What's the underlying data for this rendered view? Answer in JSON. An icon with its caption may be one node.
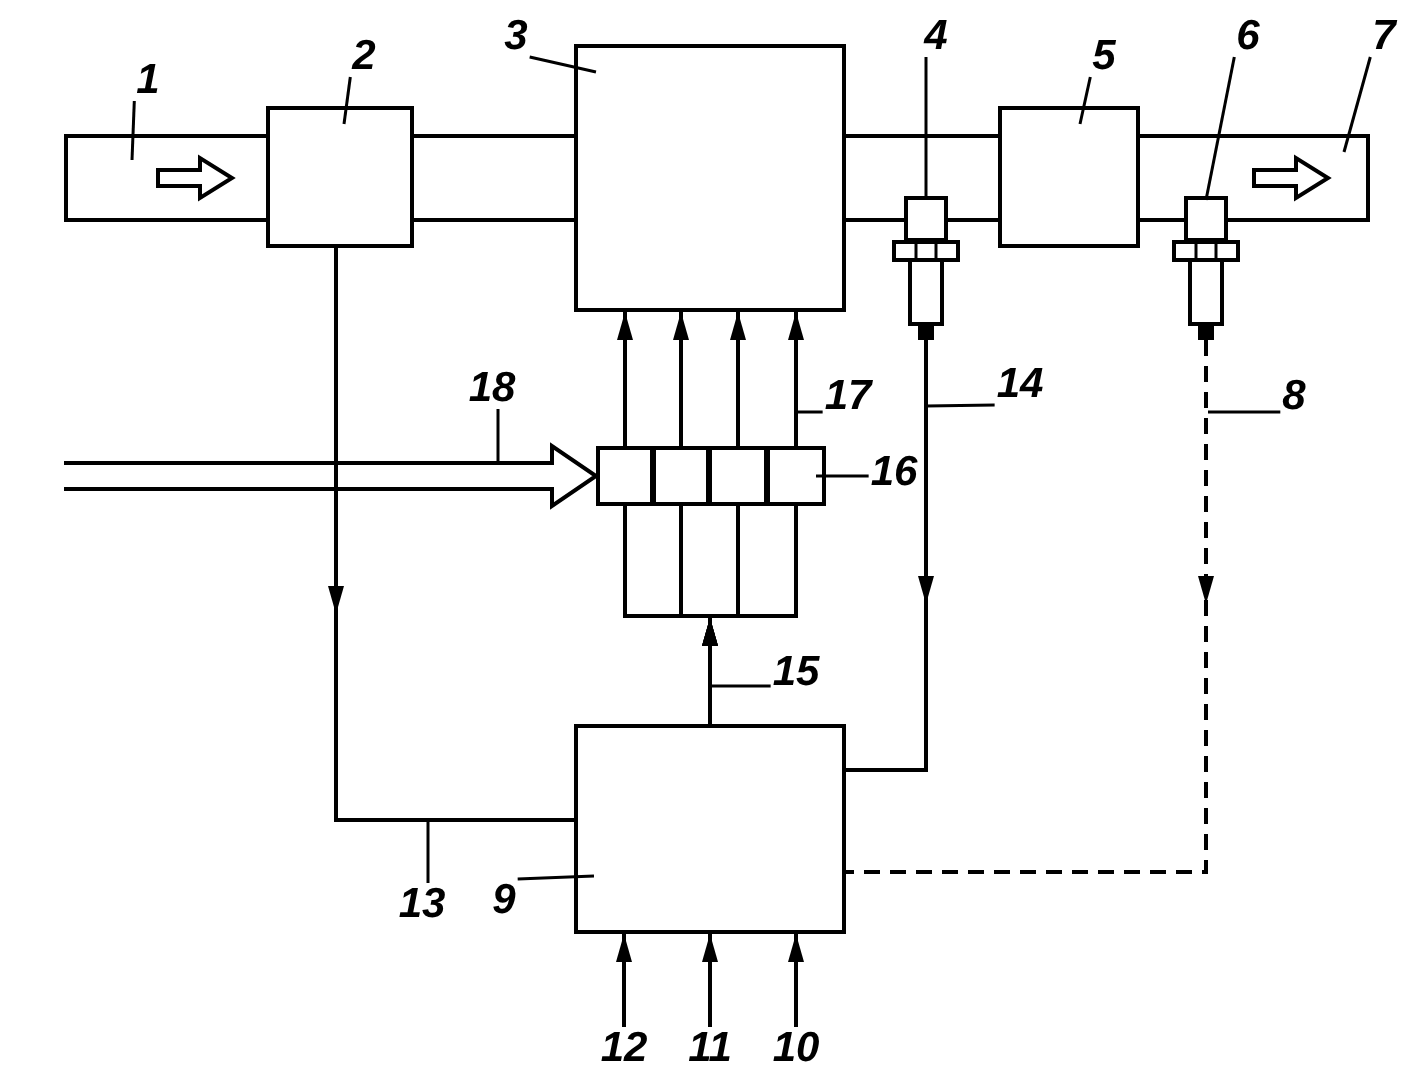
{
  "diagram": {
    "nodes": [
      {
        "text": [
          "1"
        ]
      },
      {
        "text": [
          "2"
        ]
      },
      {
        "text": [
          "3"
        ]
      },
      {
        "text": [
          "4"
        ]
      },
      {
        "text": [
          "5"
        ]
      },
      {
        "text": [
          "6"
        ]
      },
      {
        "text": [
          "7"
        ]
      },
      {
        "text": [],
        "shape": "bar"
      },
      {
        "text": [],
        "shape": "box"
      },
      {
        "text": [],
        "shape": "box"
      },
      {
        "text": [],
        "shape": "box"
      },
      {
        "text": [],
        "shape": "box"
      },
      {
        "text": [],
        "shape": "box"
      },
      {
        "text": [
          "18"
        ]
      },
      {
        "text": [
          "17"
        ]
      },
      {
        "text": [
          "14"
        ]
      },
      {
        "text": [
          "8"
        ]
      },
      {
        "text": [],
        "shape": "box"
      },
      {
        "text": [],
        "shape": "box"
      },
      {
        "text": [],
        "shape": "box"
      },
      {
        "text": [],
        "shape": "box"
      },
      {
        "text": [
          "16"
        ]
      },
      {
        "text": [
          "15"
        ]
      },
      {
        "text": [],
        "shape": "box"
      },
      {
        "text": [
          "13"
        ]
      },
      {
        "text": [
          "9"
        ]
      },
      {
        "text": [
          "12"
        ]
      },
      {
        "text": [
          "11"
        ]
      },
      {
        "text": [
          "10"
        ]
      },
      {
        "text": [],
        "shape": "bar"
      },
      {
        "text": [],
        "shape": "bar"
      },
      {
        "text": [],
        "shape": "bar"
      }
    ],
    "edges": [
      {
        "from": 0,
        "to": 7,
        "arrow": "none"
      },
      {
        "from": 1,
        "to": 8,
        "arrow": "none"
      },
      {
        "from": 2,
        "to": 9,
        "arrow": "none"
      },
      {
        "from": 3,
        "to": 10,
        "arrow": "none"
      },
      {
        "from": 4,
        "to": 11,
        "arrow": "none"
      },
      {
        "from": 5,
        "to": 12,
        "arrow": "none"
      },
      {
        "from": 6,
        "to": 31,
        "arrow": "none"
      },
      {
        "from": 8,
        "to": 23,
        "arrow": "to"
      },
      {
        "from": 10,
        "to": 23,
        "arrow": "to"
      },
      {
        "from": 12,
        "to": 23,
        "arrow": "to",
        "style": "dashed"
      },
      {
        "from": 23,
        "to": 17,
        "arrow": "to"
      },
      {
        "from": 23,
        "to": 18,
        "arrow": "to"
      },
      {
        "from": 23,
        "to": 19,
        "arrow": "to"
      },
      {
        "from": 23,
        "to": 20,
        "arrow": "to"
      },
      {
        "from": 17,
        "to": 9,
        "arrow": "to"
      },
      {
        "from": 18,
        "to": 9,
        "arrow": "to"
      },
      {
        "from": 19,
        "to": 9,
        "arrow": "to"
      },
      {
        "from": 20,
        "to": 9,
        "arrow": "to"
      },
      {
        "from": null,
        "to": 17,
        "arrow": "to",
        "style": "thick"
      },
      {
        "from": 13,
        "to": null,
        "arrow": "none"
      },
      {
        "from": 14,
        "to": null,
        "arrow": "none"
      },
      {
        "from": 15,
        "to": null,
        "arrow": "none"
      },
      {
        "from": 16,
        "to": null,
        "arrow": "none"
      },
      {
        "from": 21,
        "to": 20,
        "arrow": "none"
      },
      {
        "from": 22,
        "to": null,
        "arrow": "none"
      },
      {
        "from": 24,
        "to": null,
        "arrow": "none"
      },
      {
        "from": 25,
        "to": 23,
        "arrow": "none"
      },
      {
        "from": 26,
        "to": 23,
        "arrow": "to"
      },
      {
        "from": 27,
        "to": 23,
        "arrow": "to"
      },
      {
        "from": 28,
        "to": 23,
        "arrow": "to"
      }
    ]
  }
}
